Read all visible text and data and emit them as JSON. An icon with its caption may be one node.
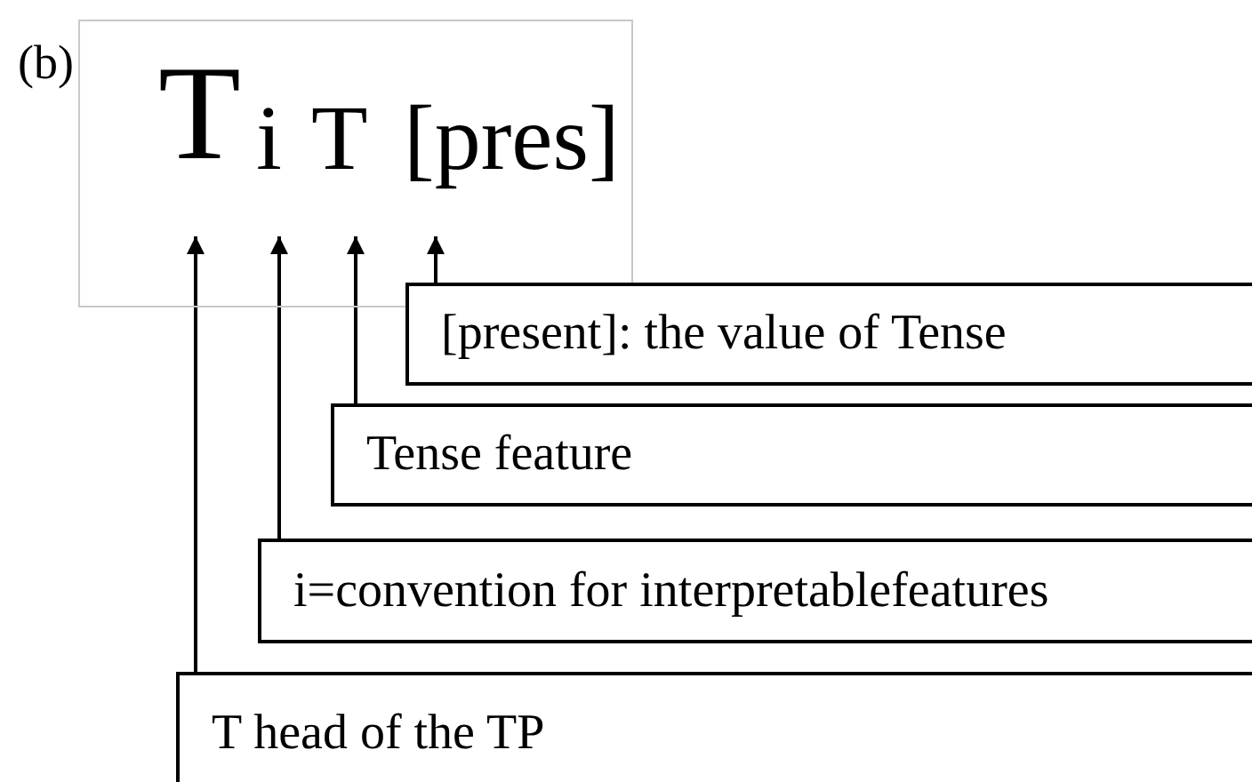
{
  "diagram": {
    "nodes": [
      {
        "text": [],
        "shape": "box"
      },
      {
        "text": [
          "T"
        ],
        "in": 0
      },
      {
        "text": [
          "i"
        ],
        "in": 0
      },
      {
        "text": [
          "T"
        ],
        "in": 0
      },
      {
        "text": [
          "[pres]"
        ],
        "in": 0
      },
      {
        "text": [
          "[present]: the value of Tense"
        ]
      },
      {
        "text": [
          "Tense feature"
        ]
      },
      {
        "text": [
          "i=convention for interpretablefeatures"
        ]
      },
      {
        "text": [
          "T head of the TP"
        ]
      }
    ],
    "edges": [
      {
        "from": 5,
        "to": 4,
        "arrow": "to"
      },
      {
        "from": 6,
        "to": 3,
        "arrow": "to"
      },
      {
        "from": 7,
        "to": 2,
        "arrow": "to"
      },
      {
        "from": 8,
        "to": 1,
        "arrow": "to"
      }
    ],
    "labels": [
      "(b)"
    ]
  }
}
